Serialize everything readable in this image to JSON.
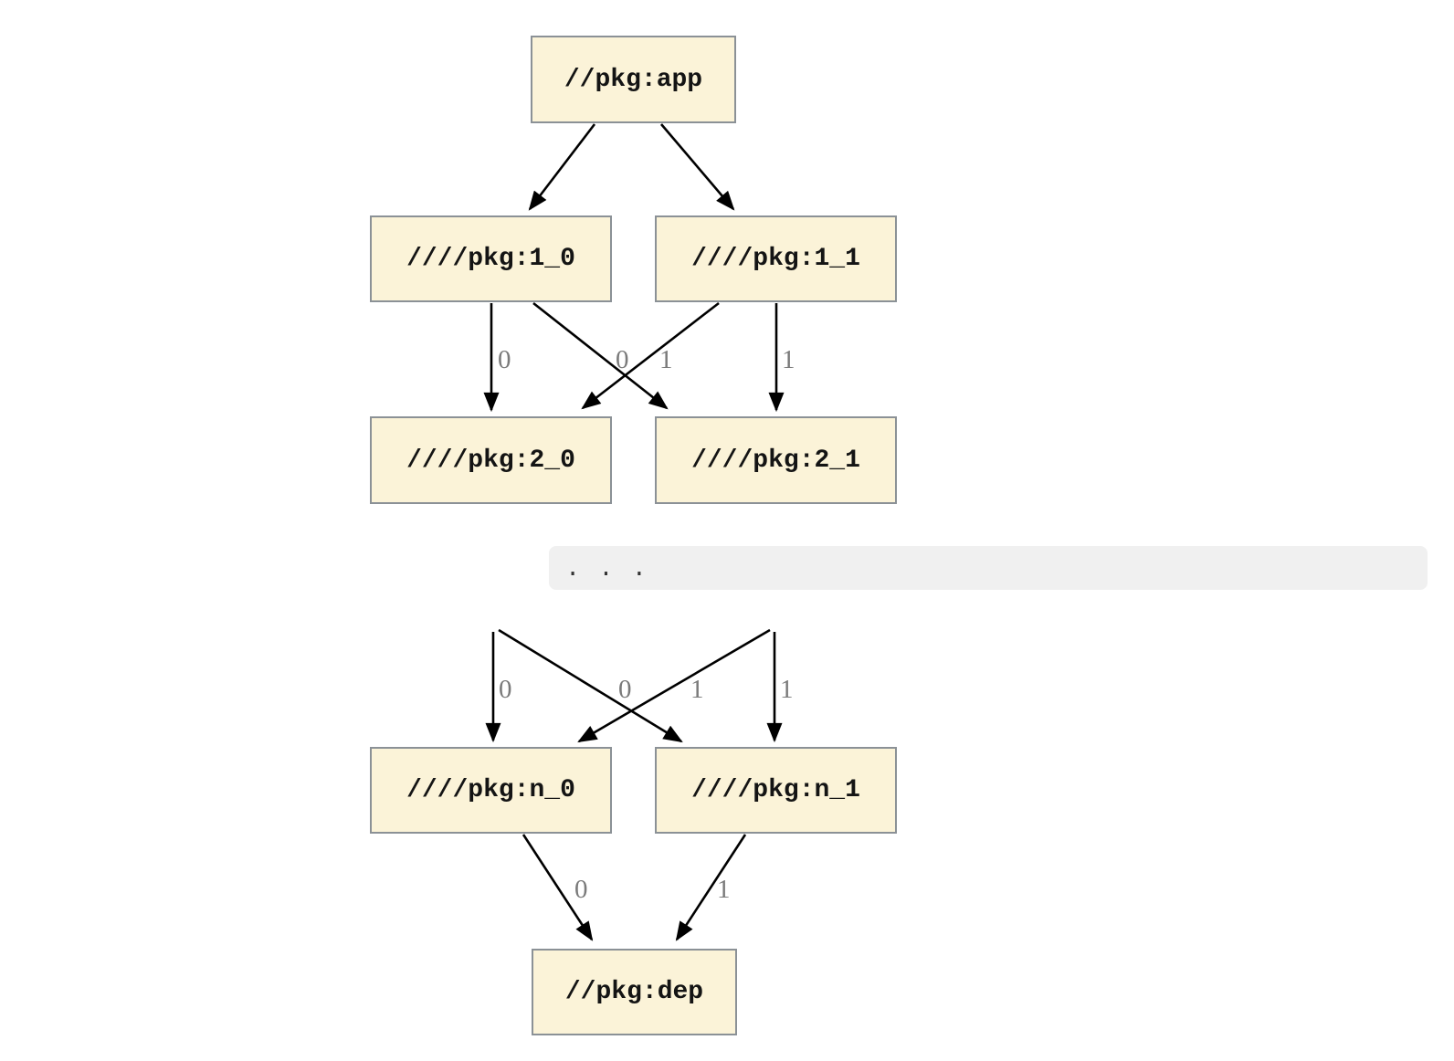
{
  "diagram": {
    "type": "dependency-graph",
    "nodes": [
      {
        "id": "app",
        "label": "//pkg:app"
      },
      {
        "id": "1_0",
        "label": "////pkg:1_0"
      },
      {
        "id": "1_1",
        "label": "////pkg:1_1"
      },
      {
        "id": "2_0",
        "label": "////pkg:2_0"
      },
      {
        "id": "2_1",
        "label": "////pkg:2_1"
      },
      {
        "id": "n_0",
        "label": "////pkg:n_0"
      },
      {
        "id": "n_1",
        "label": "////pkg:n_1"
      },
      {
        "id": "dep",
        "label": "//pkg:dep"
      }
    ],
    "ellipsis": ". . .",
    "edges": [
      {
        "from": "//pkg:app",
        "to": "////pkg:1_0",
        "label": ""
      },
      {
        "from": "//pkg:app",
        "to": "////pkg:1_1",
        "label": ""
      },
      {
        "from": "////pkg:1_0",
        "to": "////pkg:2_0",
        "label": "0"
      },
      {
        "from": "////pkg:1_0",
        "to": "////pkg:2_1",
        "label": "1"
      },
      {
        "from": "////pkg:1_1",
        "to": "////pkg:2_0",
        "label": "0"
      },
      {
        "from": "////pkg:1_1",
        "to": "////pkg:2_1",
        "label": "1"
      },
      {
        "from": "...",
        "to": "////pkg:n_0",
        "label": "0"
      },
      {
        "from": "...",
        "to": "////pkg:n_1",
        "label": "1"
      },
      {
        "from": "...",
        "to": "////pkg:n_0",
        "label": "0"
      },
      {
        "from": "...",
        "to": "////pkg:n_1",
        "label": "1"
      },
      {
        "from": "////pkg:n_0",
        "to": "//pkg:dep",
        "label": "0"
      },
      {
        "from": "////pkg:n_1",
        "to": "//pkg:dep",
        "label": "1"
      }
    ],
    "colors": {
      "node_fill": "#fbf3d8",
      "node_border": "#8b9196",
      "edge": "#000000",
      "edge_label": "#7a7a7a",
      "ellipsis_bg": "#f0f0f0"
    }
  }
}
